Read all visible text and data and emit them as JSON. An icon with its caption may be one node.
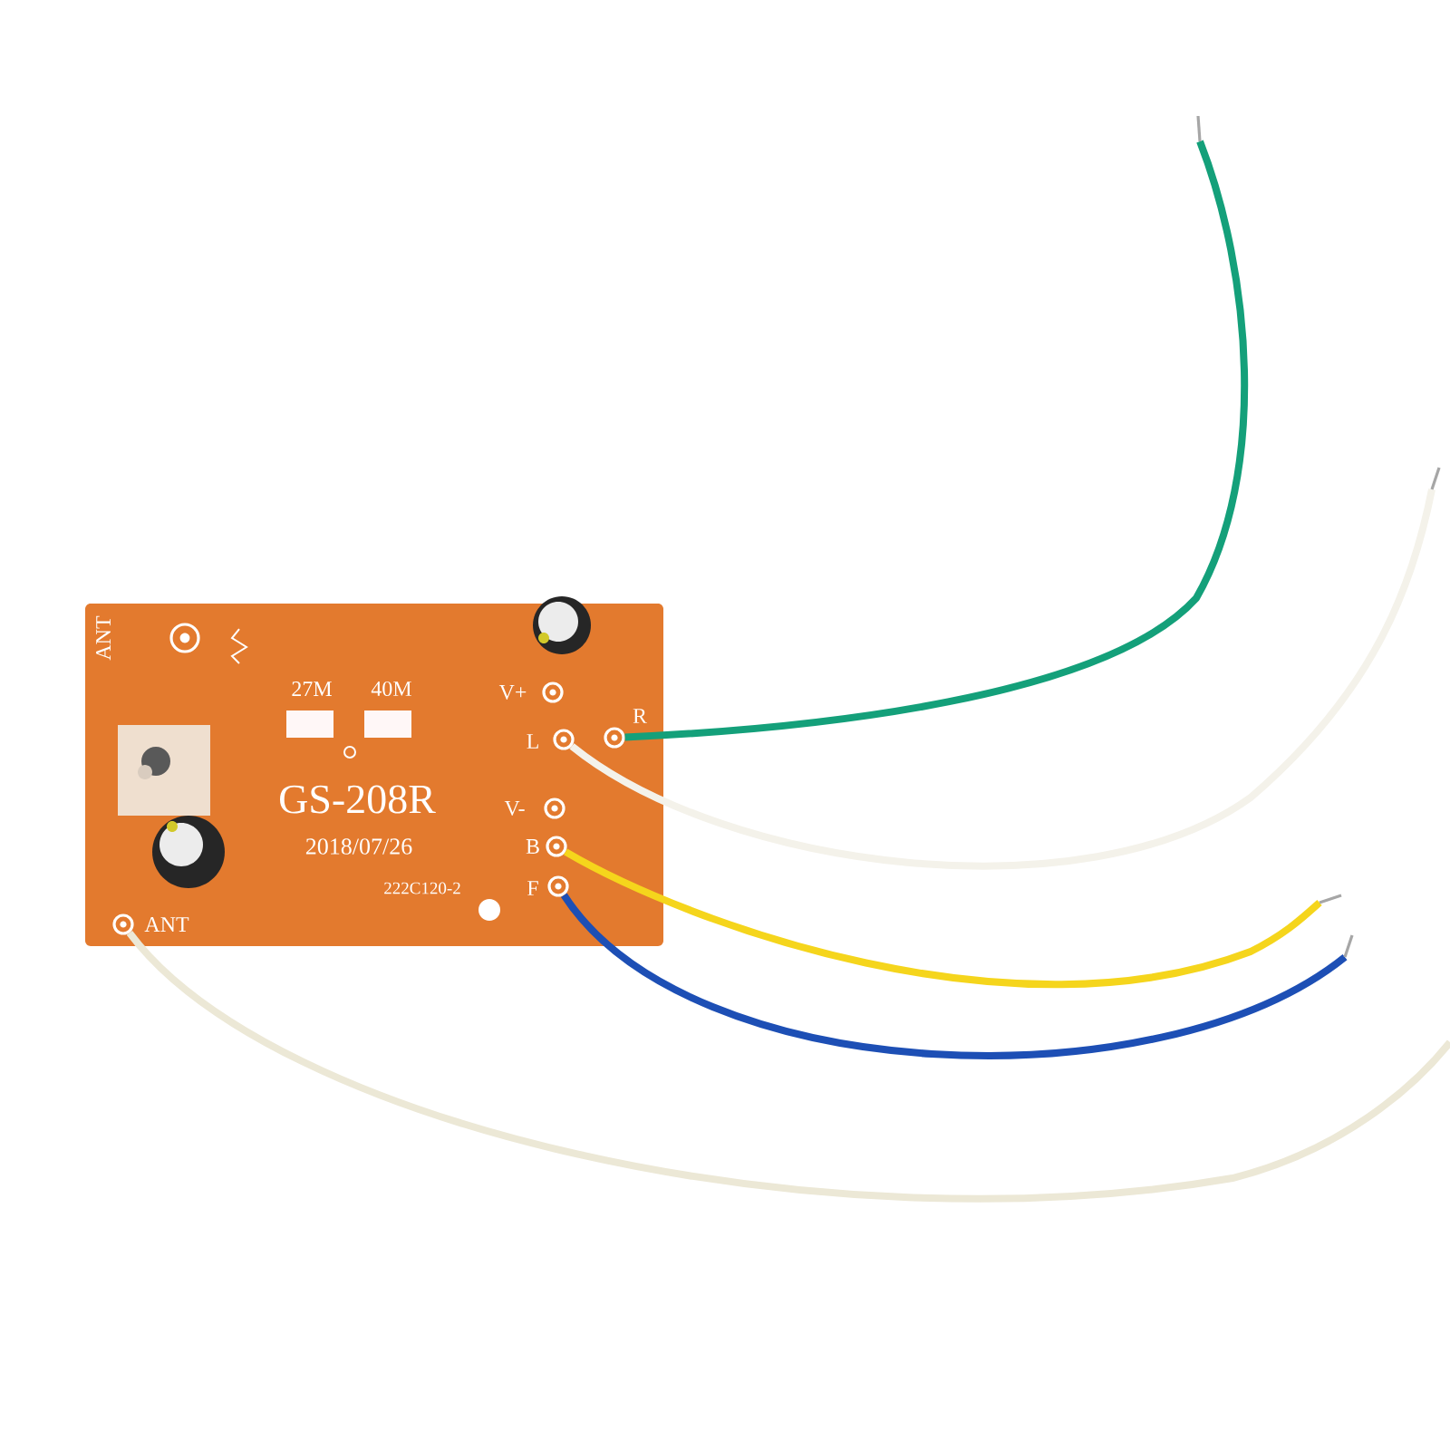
{
  "diagram": {
    "nodes": [
      {
        "text": [
          "27M",
          "40M",
          "GS-208R",
          "2018/07/26",
          "222C120-2"
        ]
      },
      {
        "text": [],
        "shape": "circle",
        "in": 0,
        "beside": [
          "ANT"
        ]
      },
      {
        "text": [],
        "shape": "circle",
        "in": 0,
        "beside": [
          "V+"
        ]
      },
      {
        "text": [],
        "shape": "circle",
        "in": 0,
        "beside": [
          "L"
        ]
      },
      {
        "text": [],
        "shape": "circle",
        "in": 0,
        "beside": [
          "R"
        ]
      },
      {
        "text": [],
        "shape": "circle",
        "in": 0,
        "beside": [
          "V-"
        ]
      },
      {
        "text": [],
        "shape": "circle",
        "in": 0,
        "beside": [
          "B"
        ]
      },
      {
        "text": [],
        "shape": "circle",
        "in": 0,
        "beside": [
          "F"
        ]
      },
      {
        "text": [],
        "shape": "circle",
        "in": 0,
        "beside": [
          "ANT"
        ]
      }
    ],
    "edges": [
      {
        "from": 4,
        "to": null,
        "arrow": "none",
        "color": "#14a07a"
      },
      {
        "from": 3,
        "to": null,
        "arrow": "none",
        "color": "#f4f2ea"
      },
      {
        "from": 6,
        "to": null,
        "arrow": "none",
        "color": "#f5d51c"
      },
      {
        "from": 7,
        "to": null,
        "arrow": "none",
        "color": "#1d4fb5"
      },
      {
        "from": 8,
        "to": null,
        "arrow": "none",
        "color": "#ece8d6"
      }
    ]
  }
}
